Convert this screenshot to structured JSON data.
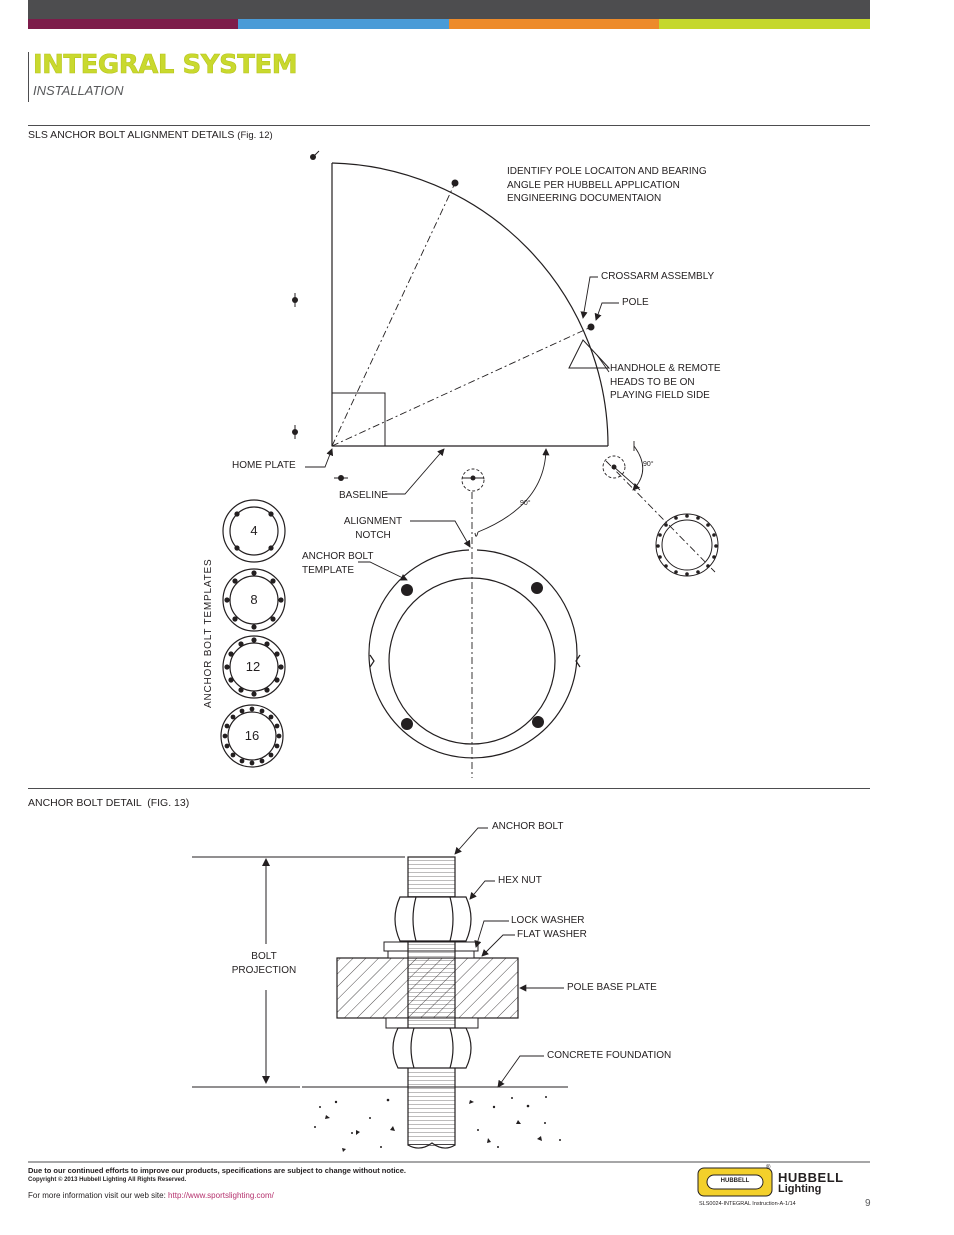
{
  "header": {
    "title": "INTEGRAL SYSTEM",
    "subtitle": "INSTALLATION",
    "bar_colors": [
      "#7d1c4a",
      "#4a9bd7",
      "#ed8b2b",
      "#c5d82d"
    ]
  },
  "fig12": {
    "section_title": "SLS ANCHOR BOLT ALIGNMENT DETAILS",
    "fig_ref": "(Fig. 12)",
    "labels": {
      "identify": "IDENTIFY POLE LOCAITON AND BEARING\nANGLE PER HUBBELL APPLICATION\nENGINEERING DOCUMENTAION",
      "crossarm": "CROSSARM ASSEMBLY",
      "pole": "POLE",
      "handhole": "HANDHOLE & REMOTE\nHEADS TO BE ON\nPLAYING FIELD SIDE",
      "home_plate": "HOME PLATE",
      "baseline": "BASELINE",
      "alignment_notch": "ALIGNMENT\nNOTCH",
      "anchor_bolt_template": "ANCHOR BOLT\nTEMPLATE",
      "angle_a": "90°",
      "angle_b": "90°",
      "templates_caption": "ANCHOR BOLT TEMPLATES"
    },
    "template_counts": [
      "4",
      "8",
      "12",
      "16"
    ]
  },
  "fig13": {
    "section_title": "ANCHOR BOLT DETAIL  (FIG. 13)",
    "labels": {
      "anchor_bolt": "ANCHOR BOLT",
      "hex_nut": "HEX NUT",
      "lock_washer": "LOCK WASHER",
      "flat_washer": "FLAT WASHER",
      "bolt_projection": "BOLT\nPROJECTION",
      "pole_base_plate": "POLE BASE PLATE",
      "concrete_foundation": "CONCRETE FOUNDATION"
    }
  },
  "footer": {
    "disclaimer": "Due to our continued efforts to improve our products, specifications are subject to change without notice.",
    "copyright": "Copyright © 2013 Hubbell Lighting   All Rights Reserved.",
    "web_prefix": "For more information visit our web site: ",
    "web_url": "http://www.sportslighting.com/",
    "doc_id": "SLS0024-INTEGRAL Instruction-A-1/14",
    "page_number": "9",
    "logo_badge": "HUBBELL",
    "brand_line1": "HUBBELL",
    "brand_line2": "Lighting",
    "registered": "®"
  }
}
